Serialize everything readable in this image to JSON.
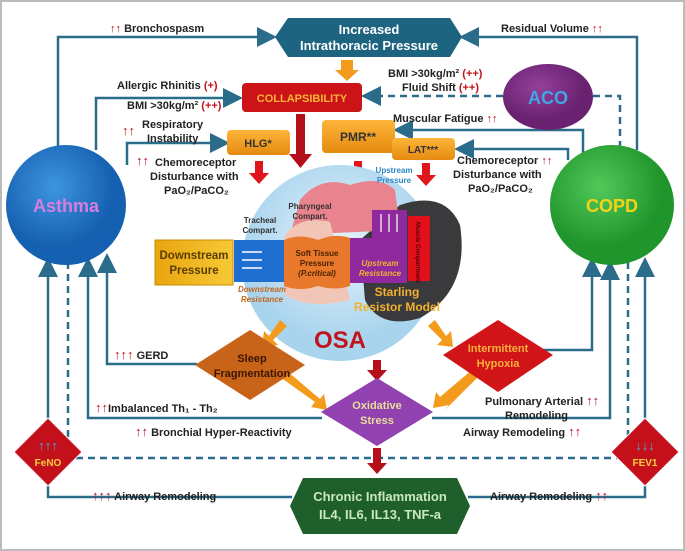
{
  "colors": {
    "line": "#2b6c8a",
    "asthma": "#1c72c8",
    "copd": "#2eaa3a",
    "aco": "#7a2a7c",
    "osa_bg": "#c4e2f3",
    "osa_text": "#c0141c",
    "arrow_red": "#c0141c",
    "hexagon_top": "#1d6480",
    "inflammation": "#1f5f2b"
  },
  "top": {
    "title_line1": "Increased",
    "title_line2": "Intrathoracic Pressure"
  },
  "nodes": {
    "asthma": "Asthma",
    "copd": "COPD",
    "aco": "ACO",
    "osa": "OSA",
    "collapsibility": "COLLAPSIBILITY",
    "hlg": "HLG*",
    "pmr": "PMR**",
    "lat": "LAT***",
    "sleep_frag_1": "Sleep",
    "sleep_frag_2": "Fragmentation",
    "hypoxia_1": "Intermittent",
    "hypoxia_2": "Hypoxia",
    "oxidative_1": "Oxidative",
    "oxidative_2": "Stress",
    "inflammation_1": "Chronic Inflammation",
    "inflammation_2": "IL4, IL6, IL13, TNF-a",
    "feno": "FeNO",
    "feno_arrows": "↑↑↑",
    "fev1": "FEV1",
    "fev1_arrows": "↓↓↓"
  },
  "model": {
    "downstream_pressure_1": "Downstream",
    "downstream_pressure_2": "Pressure",
    "tracheal_1": "Tracheal",
    "tracheal_2": "Compart.",
    "pharyngeal_1": "Pharyngeal",
    "pharyngeal_2": "Compart.",
    "upstream_pressure_1": "Upstream",
    "upstream_pressure_2": "Pressure",
    "soft_tissue_1": "Soft Tissue",
    "soft_tissue_2": "Pressure",
    "soft_tissue_3": "(P.critical)",
    "upstream_resistance_1": "Upstream",
    "upstream_resistance_2": "Resistance",
    "downstream_resistance_1": "Downstream",
    "downstream_resistance_2": "Resistance",
    "muscle_compartment": "Muscle Compartment",
    "starling_1": "Starling",
    "starling_2": "Resistor Model"
  },
  "labels": {
    "bronchospasm": {
      "arrows": "↑↑",
      "text": "Bronchospasm"
    },
    "residual_volume": {
      "text": "Residual Volume",
      "arrows": "↑↑"
    },
    "allergic_rhinitis": {
      "text": "Allergic Rhinitis",
      "mark": "(+)"
    },
    "bmi_left": {
      "text": "BMI >30kg/m²",
      "mark": "(++)"
    },
    "respiratory_instability": {
      "arrows": "↑↑",
      "line1": "Respiratory",
      "line2": "Instability"
    },
    "chemo_left": {
      "arrows": "↑↑",
      "line1": "Chemoreceptor",
      "line2": "Disturbance with",
      "line3": "PaO₂/PaCO₂"
    },
    "bmi_right": {
      "text": "BMI >30kg/m²",
      "mark": "(++)"
    },
    "fluid_shift": {
      "text": "Fluid Shift",
      "mark": "(++)"
    },
    "muscular_fatigue": {
      "text": "Muscular Fatigue",
      "arrows": "↑↑"
    },
    "chemo_right": {
      "arrows": "↑↑",
      "line1": "Chemoreceptor",
      "line2": "Disturbance with",
      "line3": "PaO₂/PaCO₂"
    },
    "gerd": {
      "arrows": "↑↑↑",
      "text": "GERD"
    },
    "th": {
      "arrows": "↑↑",
      "text": "Imbalanced Th₁ - Th₂"
    },
    "bhr": {
      "arrows": "↑↑",
      "text": "Bronchial Hyper-Reactivity"
    },
    "pulmonary": {
      "line1": "Pulmonary Arterial",
      "line2": "Remodeling",
      "arrows": "↑↑"
    },
    "airway_right_mid": {
      "text": "Airway Remodeling",
      "arrows": "↑↑"
    },
    "airway_left_bottom": {
      "arrows": "↑↑↑",
      "text": "Airway Remodeling"
    },
    "airway_right_bottom": {
      "text": "Airway Remodeling",
      "arrows": "↑↑"
    }
  }
}
